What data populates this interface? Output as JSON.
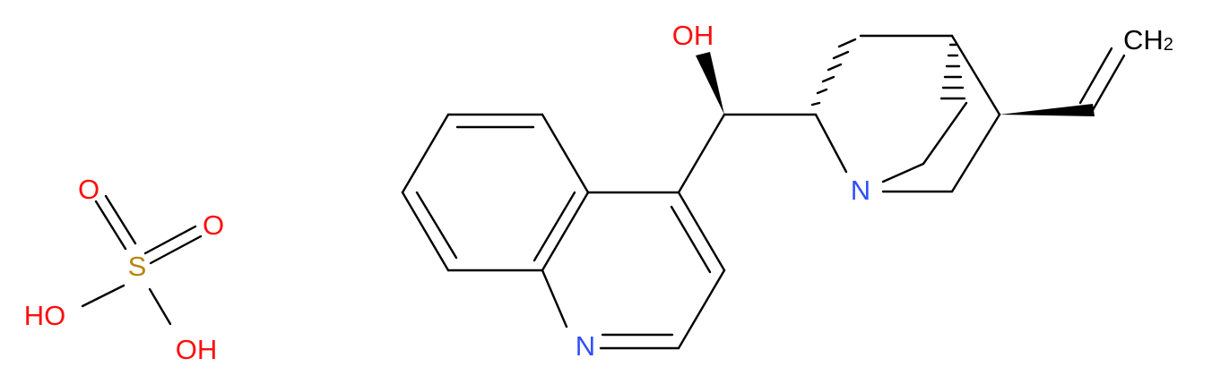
{
  "diagram": {
    "type": "chemical-structure",
    "colors": {
      "oxygen": "#ff0d0d",
      "nitrogen": "#3050f8",
      "sulfur": "#b8860b",
      "carbon": "#000000"
    },
    "sulfuric_acid": {
      "o_top": "O",
      "o_right": "O",
      "sulfur": "S",
      "oh_left": "HO",
      "oh_bottom": "OH"
    },
    "quinine_part": {
      "hydroxyl": "OH",
      "quinuclidine_n": "N",
      "quinoline_n": "N",
      "vinyl_ch2_main": "CH",
      "vinyl_ch2_sub": "2"
    }
  }
}
